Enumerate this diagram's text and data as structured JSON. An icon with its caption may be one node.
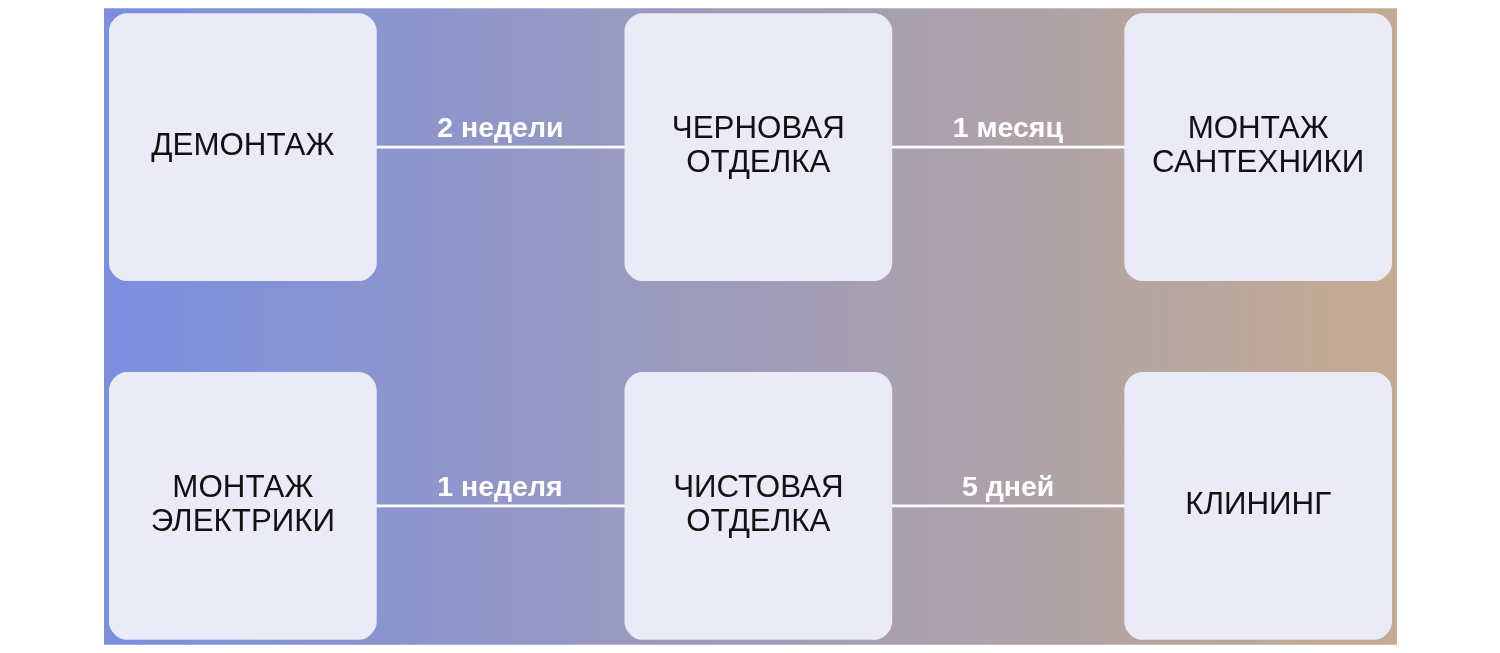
{
  "diagram": {
    "nodes": [
      {
        "text": [
          "ДЕМОНТАЖ"
        ]
      },
      {
        "text": [
          "ЧЕРНОВАЯ ОТДЕЛКА"
        ]
      },
      {
        "text": [
          "МОНТАЖ САНТЕХНИКИ"
        ]
      },
      {
        "text": [
          "МОНТАЖ ЭЛЕКТРИКИ"
        ]
      },
      {
        "text": [
          "ЧИСТОВАЯ ОТДЕЛКА"
        ]
      },
      {
        "text": [
          "КЛИНИНГ"
        ]
      }
    ],
    "edges": [
      {
        "from": 0,
        "to": 1,
        "arrow": "none",
        "label": "2 недели"
      },
      {
        "from": 1,
        "to": 2,
        "arrow": "none",
        "label": "1 месяц"
      },
      {
        "from": 3,
        "to": 4,
        "arrow": "none",
        "label": "1 неделя"
      },
      {
        "from": 4,
        "to": 5,
        "arrow": "none",
        "label": "5 дней"
      }
    ]
  }
}
